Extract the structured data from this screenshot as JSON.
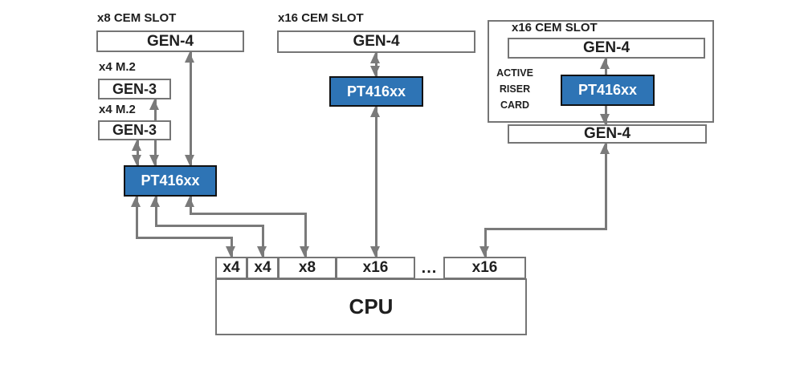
{
  "left_branch": {
    "slot_label": "x8 CEM SLOT",
    "slot_gen": "GEN-4",
    "m2_a_label": "x4 M.2",
    "m2_a_gen": "GEN-3",
    "m2_b_label": "x4 M.2",
    "m2_b_gen": "GEN-3",
    "chip": "PT416xx"
  },
  "mid_branch": {
    "slot_label": "x16 CEM SLOT",
    "slot_gen": "GEN-4",
    "chip": "PT416xx"
  },
  "riser_branch": {
    "slot_label": "x16 CEM SLOT",
    "slot_gen": "GEN-4",
    "card_line1": "ACTIVE",
    "card_line2": "RISER",
    "card_line3": "CARD",
    "chip": "PT416xx",
    "edge_gen": "GEN-4"
  },
  "cpu": {
    "label": "CPU",
    "ports": [
      "x4",
      "x4",
      "x8",
      "x16",
      "x16"
    ],
    "ellipsis": "..."
  },
  "colors": {
    "background": "#FFFFFF",
    "chip_fill": "#2E74B5",
    "chip_border": "#111111",
    "chip_text": "#FFFFFF",
    "box_border": "#757575",
    "arrow": "#7A7A7A",
    "text": "#1F1F1F"
  }
}
